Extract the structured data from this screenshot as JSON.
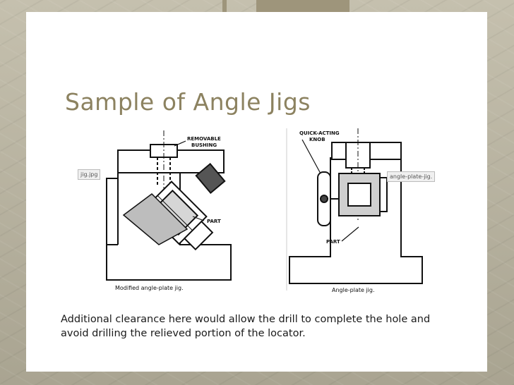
{
  "slide": {
    "title": "Sample of Angle Jigs",
    "caption": "Additional clearance here would allow the drill to complete the hole and avoid drilling the relieved portion of the locator."
  },
  "left_figure": {
    "label_bushing_1": "REMOVABLE",
    "label_bushing_2": "BUSHING",
    "label_part": "PART",
    "caption": "Modified angle-plate jig.",
    "thumb_label": "jig.jpg"
  },
  "right_figure": {
    "label_knob_1": "QUICK-ACTING",
    "label_knob_2": "KNOB",
    "label_part": "PART",
    "caption": "Angle-plate jig.",
    "thumb_label": "angle-plate-jig."
  }
}
